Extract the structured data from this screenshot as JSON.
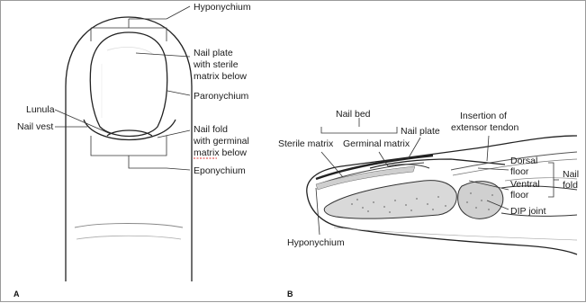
{
  "panel_a": {
    "label": "A",
    "callouts": {
      "hyponychium": "Hyponychium",
      "nail_plate_1": "Nail plate",
      "nail_plate_2": "with sterile",
      "nail_plate_3": "matrix below",
      "paronychium": "Paronychium",
      "lunula": "Lunula",
      "nail_vest": "Nail vest",
      "nail_fold_1": "Nail fold",
      "nail_fold_2": "with germinal",
      "nail_fold_3": "matrix below",
      "eponychium": "Eponychium"
    }
  },
  "panel_b": {
    "label": "B",
    "callouts": {
      "nail_bed": "Nail bed",
      "sterile_matrix": "Sterile matrix",
      "germinal_matrix": "Germinal matrix",
      "nail_plate": "Nail plate",
      "insertion_1": "Insertion of",
      "insertion_2": "extensor tendon",
      "dorsal_floor_1": "Dorsal",
      "dorsal_floor_2": "floor",
      "ventral_floor_1": "Ventral",
      "ventral_floor_2": "floor",
      "nail_fold_1": "Nail",
      "nail_fold_2": "fold",
      "dip_joint": "DIP joint",
      "hyponychium": "Hyponychium"
    }
  },
  "colors": {
    "line": "#333333",
    "text": "#1a1a1a",
    "border": "#9a9a9a"
  }
}
